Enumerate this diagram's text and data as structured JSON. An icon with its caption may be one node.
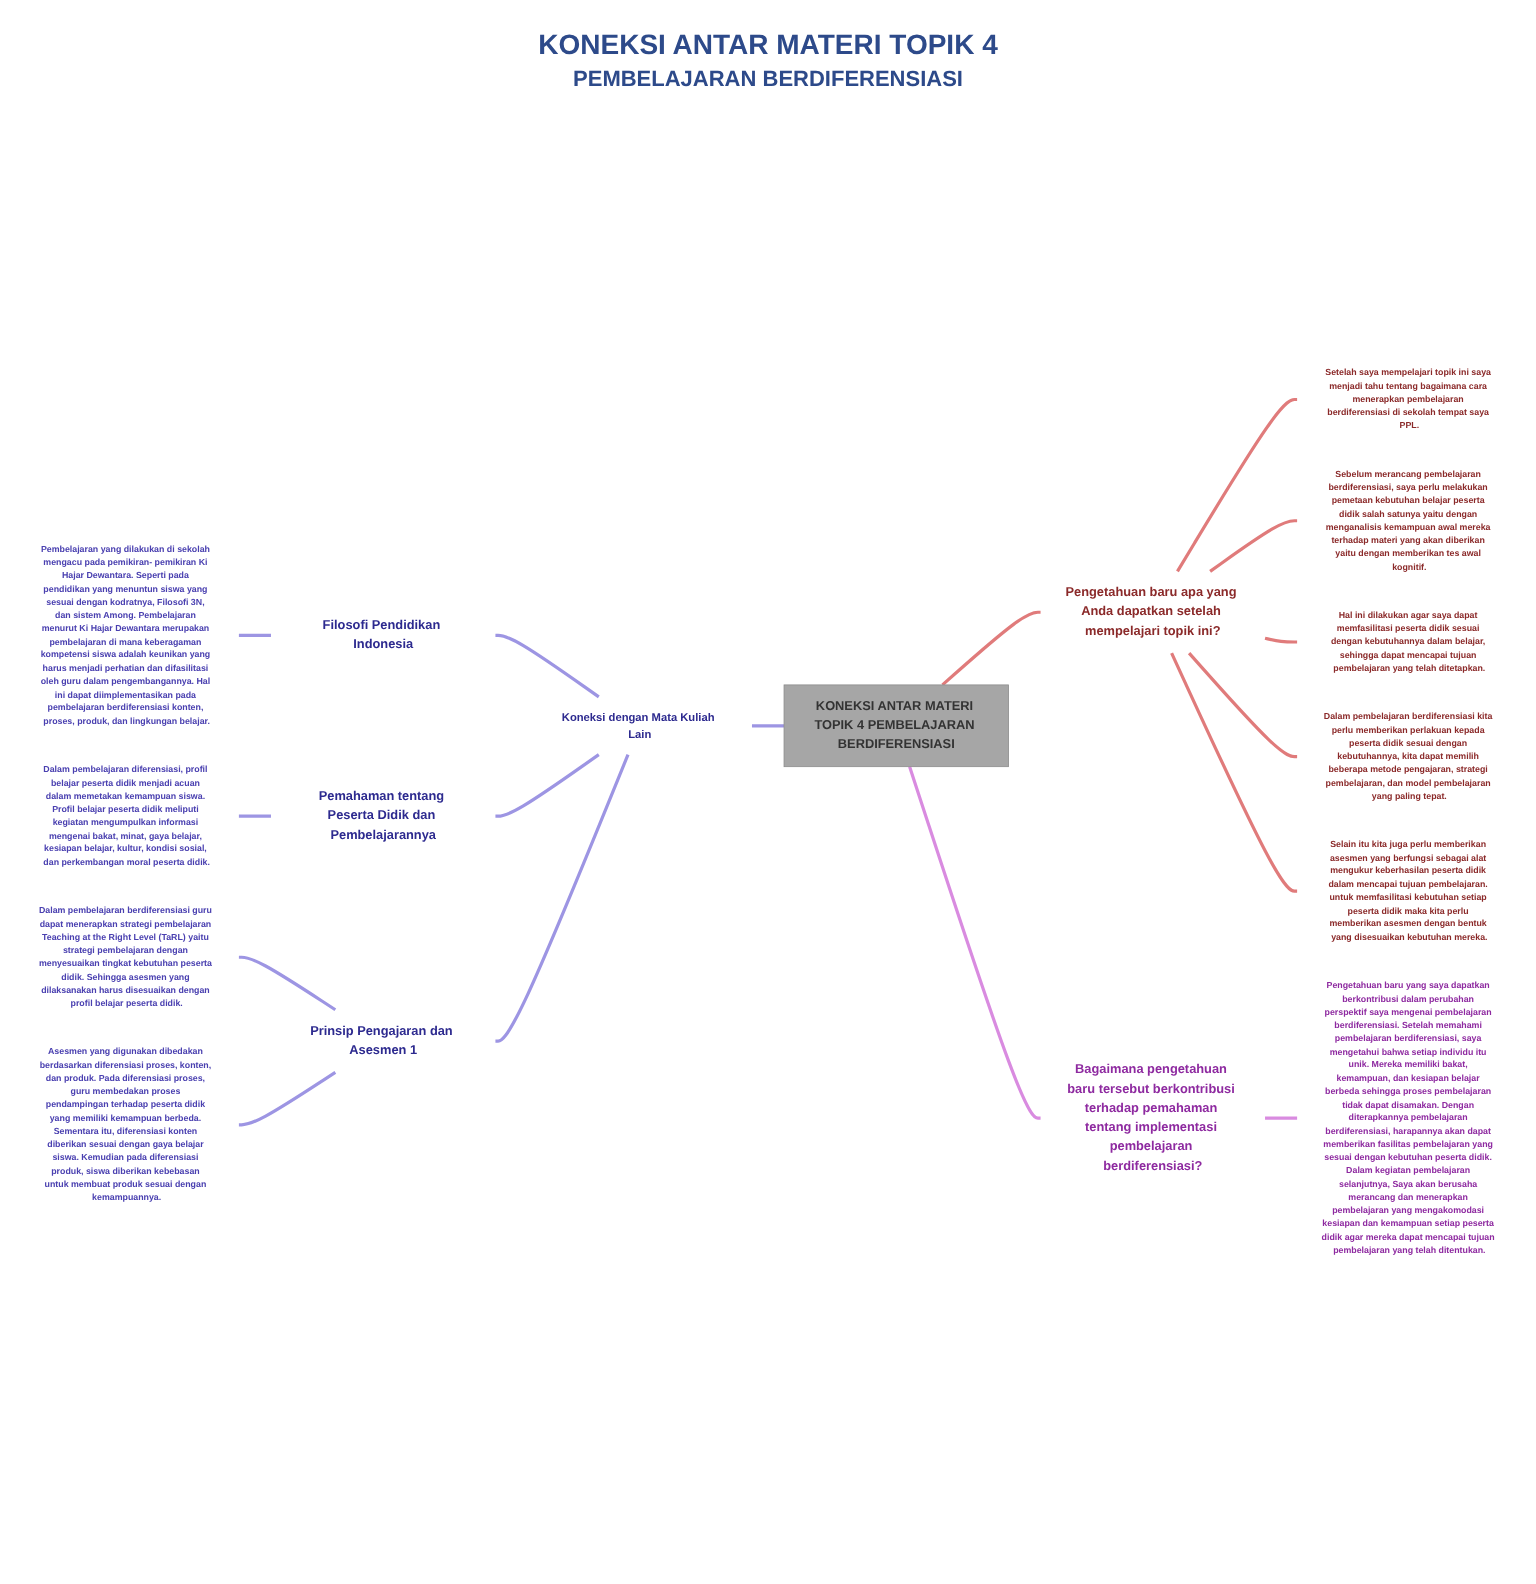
{
  "diagram": {
    "title": "KONEKSI ANTAR MATERI TOPIK 4",
    "nodes": [
      {
        "text": [
          "KONEKSI ANTAR MATERI TOPIK 4 PEMBELAJARAN BERDIFERENSIASI"
        ]
      },
      {
        "text": [
          "Koneksi dengan Mata Kuliah Lain"
        ]
      },
      {
        "text": [
          "Filosofi Pendidikan Indonesia"
        ]
      },
      {
        "text": [
          "Pembelajaran yang dilakukan di sekolah mengacu pada pemikiran- pemikiran Ki Hajar Dewantara. Seperti pada pendidikan yang menuntun siswa yang sesuai dengan kodratnya, Filosofi 3N, dan sistem Among. Pembelajaran menurut Ki Hajar Dewantara merupakan pembelajaran di mana keberagaman kompetensi siswa adalah keunikan yang harus menjadi perhatian dan difasilitasi oleh guru dalam pengembangannya. Hal ini dapat diimplementasikan pada pembelajaran berdiferensiasi konten, proses, produk, dan lingkungan belajar."
        ]
      },
      {
        "text": [
          "Pemahaman tentang Peserta Didik dan Pembelajarannya"
        ]
      },
      {
        "text": [
          "Dalam pembelajaran diferensiasi, profil belajar peserta didik menjadi acuan dalam memetakan kemampuan siswa. Profil belajar peserta didik meliputi kegiatan mengumpulkan informasi mengenai bakat, minat, gaya belajar, kesiapan belajar, kultur, kondisi sosial, dan perkembangan moral peserta didik."
        ]
      },
      {
        "text": [
          "Prinsip Pengajaran dan Asesmen 1"
        ]
      },
      {
        "text": [
          "Dalam pembelajaran berdiferensiasi guru dapat menerapkan strategi pembelajaran Teaching at the Right Level (TaRL) yaitu strategi pembelajaran dengan menyesuaikan tingkat kebutuhan peserta didik. Sehingga asesmen yang dilaksanakan harus disesuaikan dengan profil belajar peserta didik."
        ]
      },
      {
        "text": [
          "Asesmen yang digunakan dibedakan berdasarkan diferensiasi proses, konten, dan produk. Pada diferensiasi proses, guru membedakan proses pendampingan terhadap peserta didik yang memiliki kemampuan berbeda. Sementara itu, diferensiasi konten diberikan sesuai dengan gaya belajar siswa. Kemudian pada diferensiasi produk, siswa diberikan kebebasan untuk membuat produk sesuai dengan kemampuannya."
        ]
      },
      {
        "text": [
          "Pengetahuan baru apa yang Anda dapatkan setelah mempelajari topik ini?"
        ]
      },
      {
        "text": [
          "Setelah saya mempelajari topik ini saya menjadi tahu tentang bagaimana cara menerapkan pembelajaran berdiferensiasi di sekolah tempat saya PPL."
        ]
      },
      {
        "text": [
          "Sebelum merancang pembelajaran berdiferensiasi, saya perlu melakukan pemetaan kebutuhan belajar peserta didik salah satunya yaitu dengan menganalisis kemampuan awal mereka terhadap materi yang akan diberikan yaitu dengan memberikan tes awal kognitif."
        ]
      },
      {
        "text": [
          "Hal ini dilakukan agar saya dapat memfasilitasi peserta didik sesuai dengan kebutuhannya dalam belajar, sehingga dapat mencapai tujuan pembelajaran yang telah ditetapkan."
        ]
      },
      {
        "text": [
          "Dalam pembelajaran berdiferensiasi kita perlu memberikan perlakuan kepada peserta didik sesuai dengan kebutuhannya, kita dapat memilih beberapa metode pengajaran, strategi pembelajaran, dan model pembelajaran yang paling tepat."
        ]
      },
      {
        "text": [
          "Selain itu kita juga perlu memberikan asesmen yang berfungsi sebagai alat mengukur keberhasilan peserta didik dalam mencapai tujuan pembelajaran. untuk memfasilitasi kebutuhan setiap peserta didik maka kita perlu memberikan asesmen dengan bentuk yang disesuaikan kebutuhan mereka."
        ]
      },
      {
        "text": [
          "Bagaimana pengetahuan baru tersebut berkontribusi terhadap pemahaman tentang implementasi pembelajaran berdiferensiasi?"
        ]
      },
      {
        "text": [
          "Pengetahuan baru yang saya dapatkan berkontribusi dalam perubahan perspektif saya mengenai pembelajaran berdiferensiasi. Setelah memahami pembelajaran berdiferensiasi, saya mengetahui bahwa setiap individu itu unik. Mereka memiliki bakat, kemampuan, dan kesiapan belajar berbeda sehingga proses pembelajaran tidak dapat disamakan. Dengan diterapkannya pembelajaran berdiferensiasi, harapannya akan dapat memberikan fasilitas pembelajaran yang sesuai dengan kebutuhan peserta didik. Dalam kegiatan pembelajaran selanjutnya, Saya akan berusaha merancang dan menerapkan pembelajaran yang mengakomodasi kesiapan dan kemampuan setiap peserta didik agar mereka dapat mencapai tujuan pembelajaran yang telah ditentukan."
        ]
      }
    ],
    "edges": [
      {
        "from": 0,
        "to": 1,
        "arrow": "none"
      },
      {
        "from": 1,
        "to": 2,
        "arrow": "none"
      },
      {
        "from": 2,
        "to": 3,
        "arrow": "none"
      },
      {
        "from": 1,
        "to": 4,
        "arrow": "none"
      },
      {
        "from": 4,
        "to": 5,
        "arrow": "none"
      },
      {
        "from": 1,
        "to": 6,
        "arrow": "none"
      },
      {
        "from": 6,
        "to": 7,
        "arrow": "none"
      },
      {
        "from": 6,
        "to": 8,
        "arrow": "none"
      },
      {
        "from": 0,
        "to": 9,
        "arrow": "none",
        "color": "#e07b7b"
      },
      {
        "from": 9,
        "to": 10,
        "arrow": "none",
        "color": "#e07b7b"
      },
      {
        "from": 9,
        "to": 11,
        "arrow": "none",
        "color": "#e07b7b"
      },
      {
        "from": 9,
        "to": 12,
        "arrow": "none",
        "color": "#e07b7b"
      },
      {
        "from": 9,
        "to": 13,
        "arrow": "none",
        "color": "#e07b7b"
      },
      {
        "from": 9,
        "to": 14,
        "arrow": "none",
        "color": "#e07b7b"
      },
      {
        "from": 0,
        "to": 15,
        "arrow": "none",
        "color": "#d98be0"
      },
      {
        "from": 15,
        "to": 16,
        "arrow": "none",
        "color": "#d98be0"
      }
    ],
    "labels": [
      "PEMBELAJARAN BERDIFERENSIASI"
    ]
  }
}
